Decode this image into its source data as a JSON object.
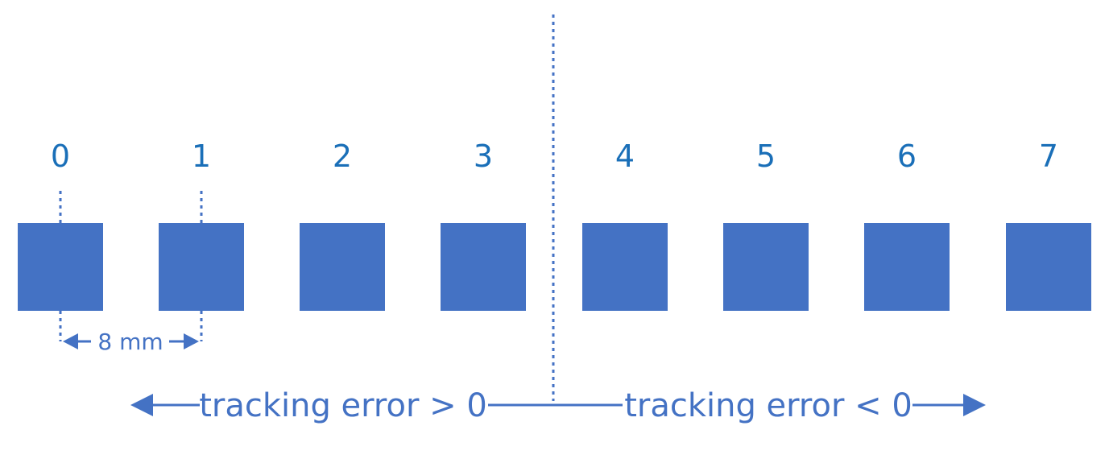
{
  "colors": {
    "square_fill": "#4472c4",
    "index_text": "#1a6fb8",
    "line": "#4472c4"
  },
  "diagram": {
    "pad_labels": [
      "0",
      "1",
      "2",
      "3",
      "4",
      "5",
      "6",
      "7"
    ],
    "spacing_label": "8 mm",
    "left_region_label": "tracking error > 0",
    "right_region_label": "tracking error < 0"
  }
}
